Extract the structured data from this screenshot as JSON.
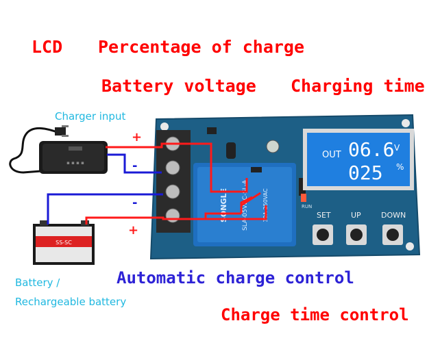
{
  "labels": {
    "lcd": "LCD",
    "percentage": "Percentage of charge",
    "battery_voltage": "Battery voltage",
    "charging_time": "Charging time",
    "charger_input": "Charger input",
    "battery_line1": "Battery /",
    "battery_line2": "Rechargeable battery",
    "automatic_charge": "Automatic charge control",
    "charge_time_control": "Charge time control"
  },
  "polarity": {
    "plus": "+",
    "minus": "-"
  },
  "lcd_display": {
    "mode": "OUT",
    "voltage": "06.6",
    "voltage_unit": "V",
    "percent": "025",
    "percent_unit": "%"
  },
  "board": {
    "buttons": [
      "SET",
      "UP",
      "DOWN"
    ],
    "run_label": "RUN",
    "relay_brand": "SONGLE",
    "relay_model": "SLA-05VDC-SL-A",
    "relay_rating": "30A 250VAC"
  },
  "colors": {
    "accent_red": "#ff0000",
    "accent_blue": "#2d22d6",
    "caption_cyan": "#20b8e0",
    "pcb": "#1d5f86",
    "lcd_bg": "#1f7fe0"
  }
}
